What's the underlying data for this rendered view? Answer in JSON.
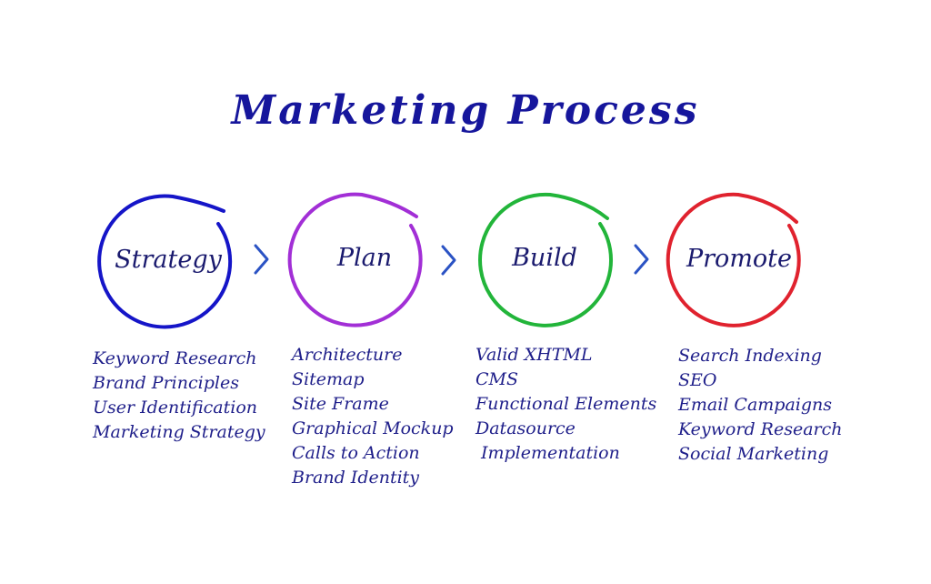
{
  "title": "Marketing Process",
  "stages": [
    {
      "label": "Strategy",
      "color": "#1515c8",
      "items": [
        "Keyword Research",
        "Brand Principles",
        "User Identification",
        "Marketing Strategy"
      ]
    },
    {
      "label": "Plan",
      "color": "#a22fd6",
      "items": [
        "Architecture",
        "Sitemap",
        "Site Frame",
        "Graphical Mockup",
        "Calls to Action",
        "Brand Identity"
      ]
    },
    {
      "label": "Build",
      "color": "#22b53a",
      "items": [
        "Valid XHTML",
        "CMS",
        "Functional Elements",
        "Datasource",
        "Implementation"
      ]
    },
    {
      "label": "Promote",
      "color": "#e0222e",
      "items": [
        "Search Indexing",
        "SEO",
        "Email Campaigns",
        "Keyword Research",
        "Social Marketing"
      ]
    }
  ],
  "arrow_color": "#2b53c4",
  "arrow_icon": "chevron-right-icon"
}
